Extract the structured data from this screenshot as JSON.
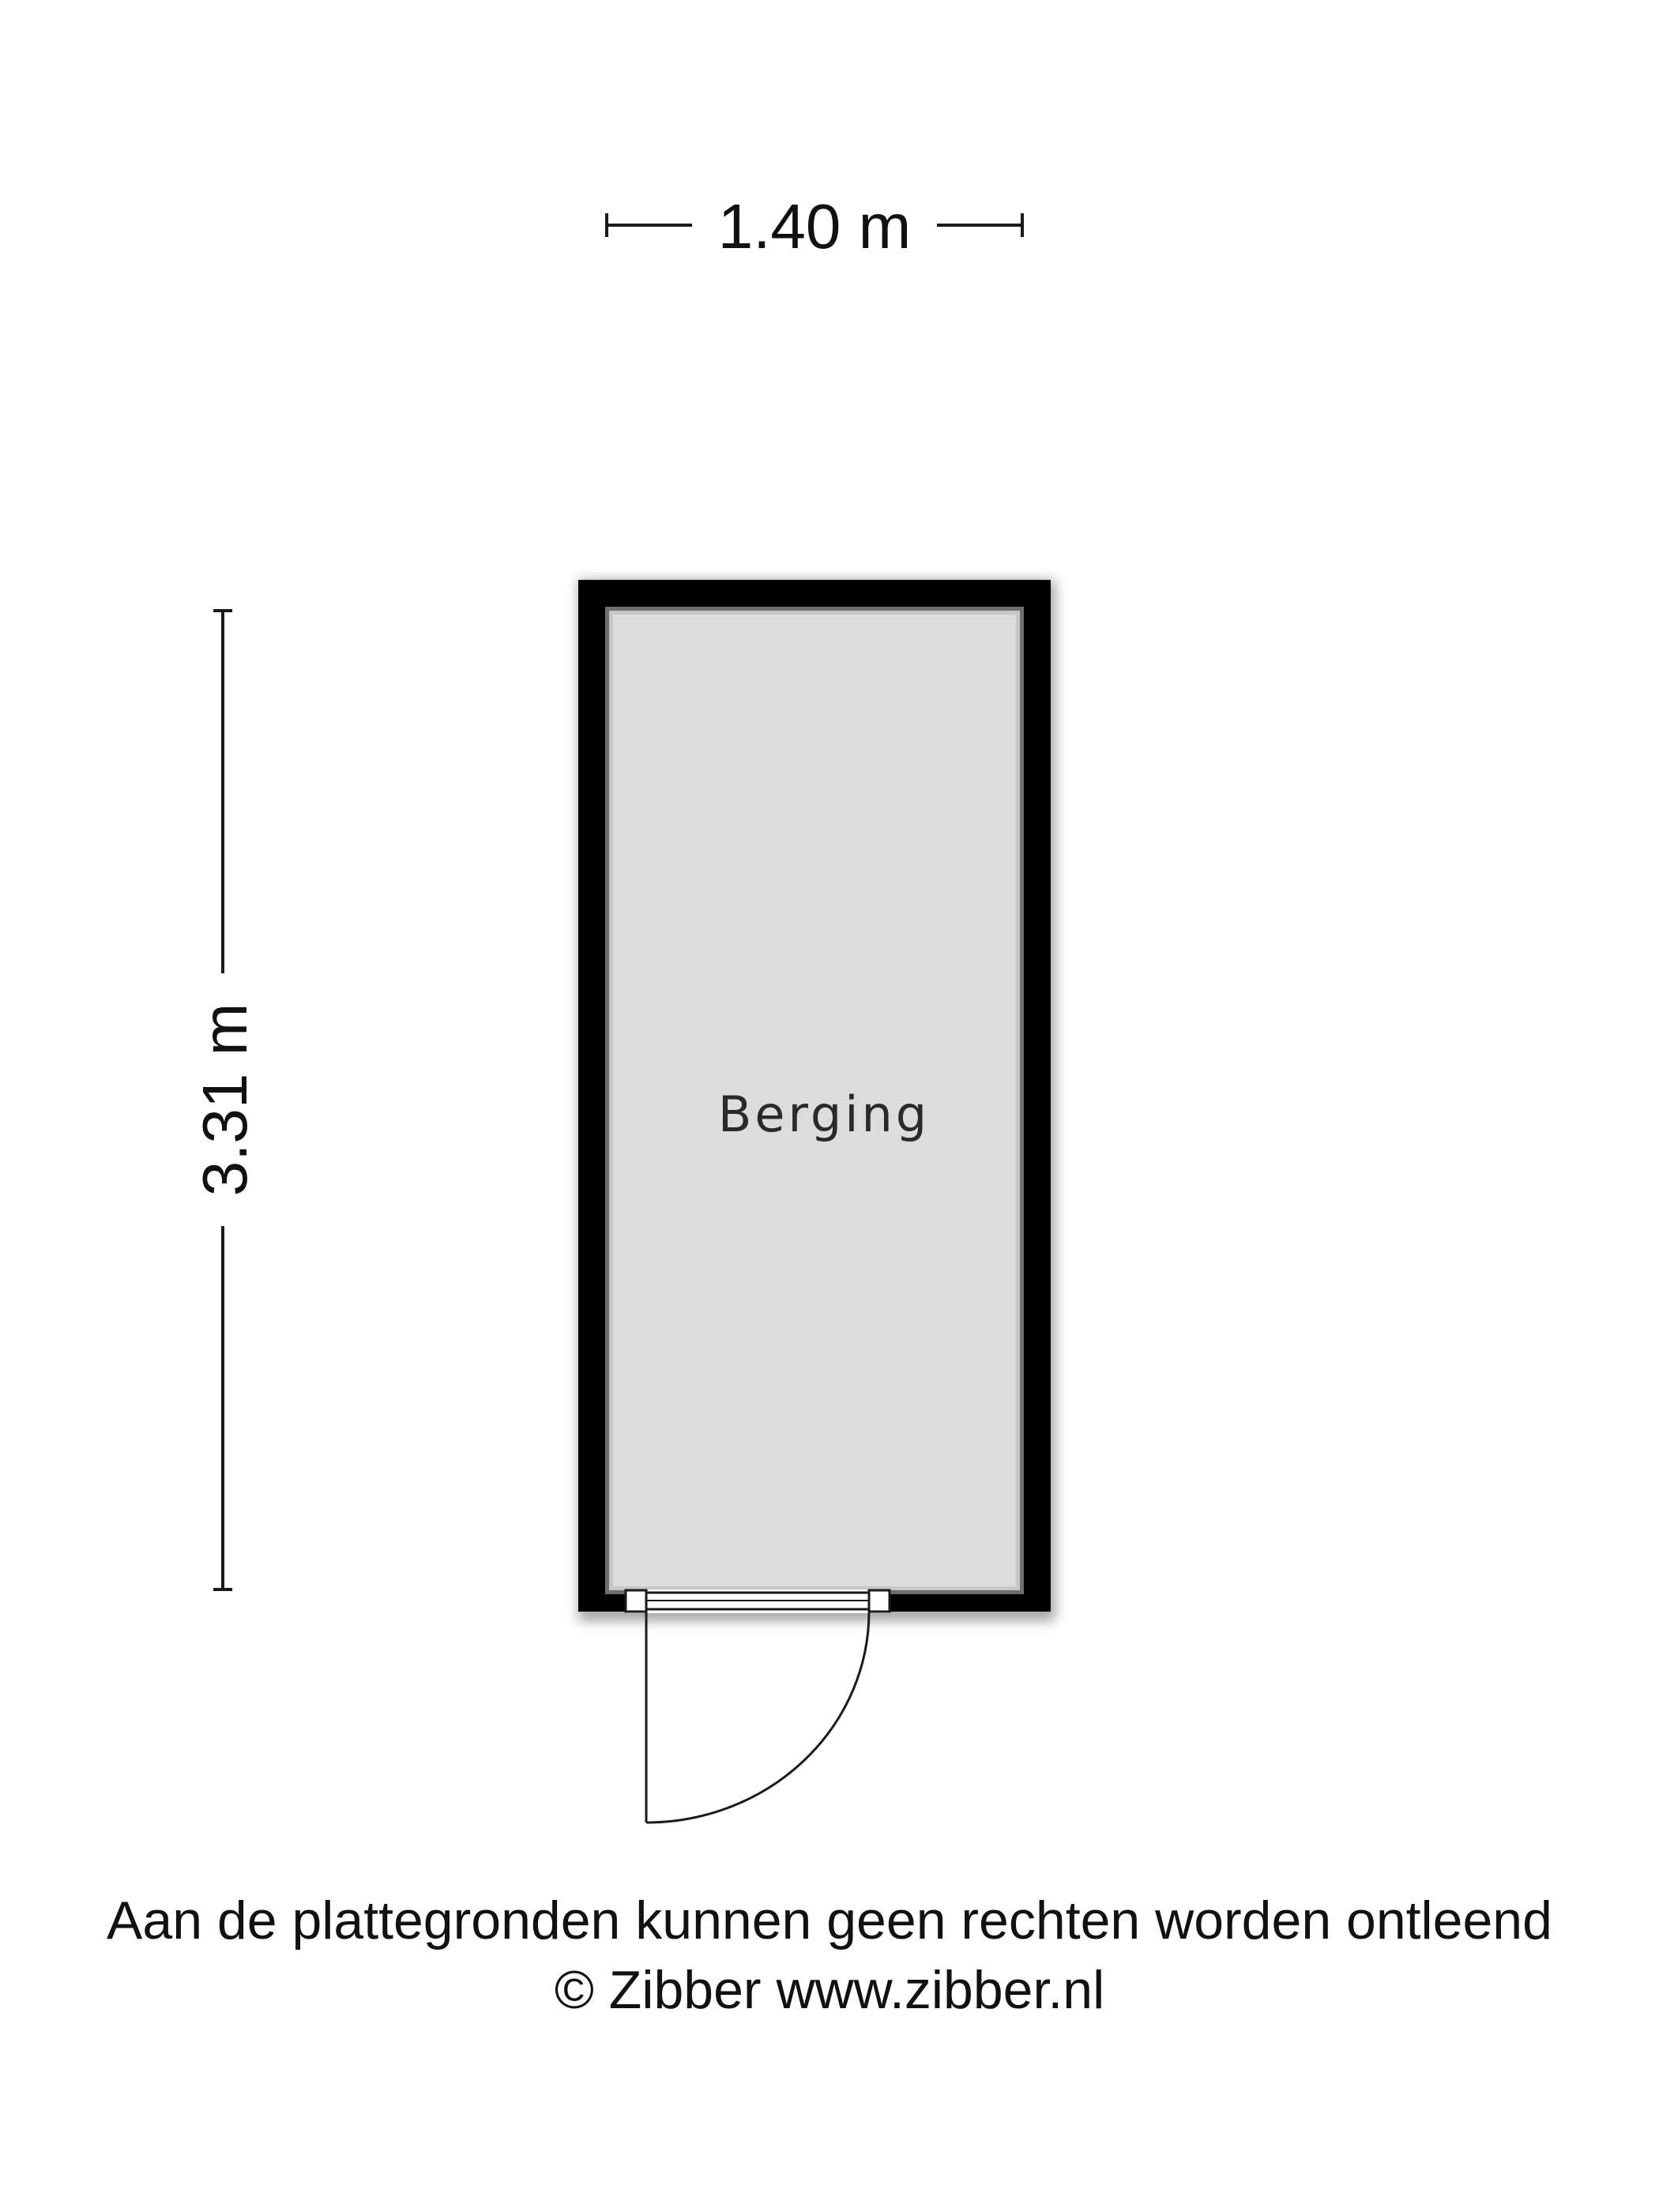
{
  "dimensions": {
    "width_label": "1.40 m",
    "height_label": "3.31 m"
  },
  "room": {
    "name": "Berging"
  },
  "footer": {
    "disclaimer": "Aan de plattegronden kunnen geen rechten worden ontleend",
    "copyright": "© Zibber www.zibber.nl"
  },
  "colors": {
    "wall": "#000000",
    "floor": "#dcdcdc",
    "line": "#1a1a1a"
  }
}
